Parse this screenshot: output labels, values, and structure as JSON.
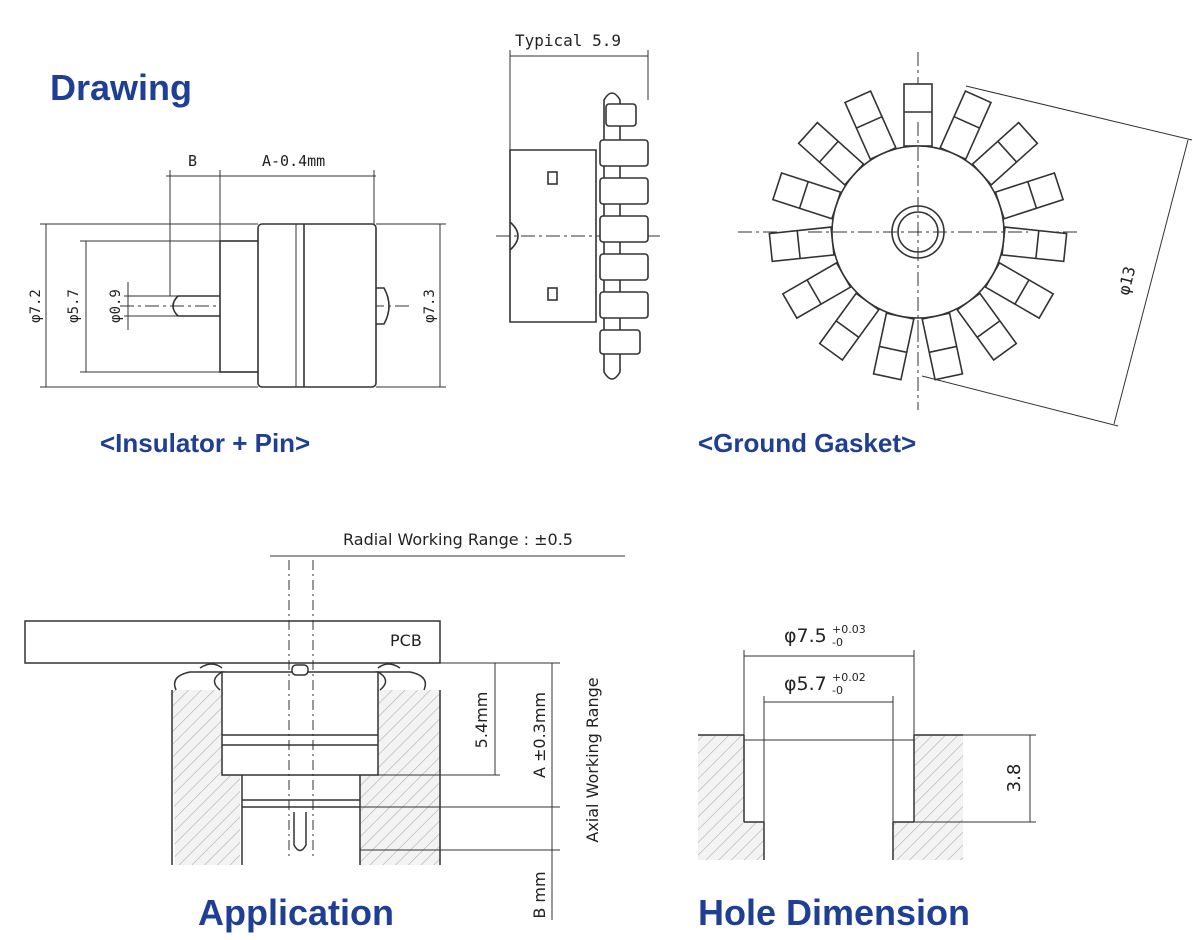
{
  "headings": {
    "drawing": "Drawing",
    "insulator_pin": "<Insulator + Pin>",
    "ground_gasket": "<Ground Gasket>",
    "application": "Application",
    "hole_dimension": "Hole Dimension"
  },
  "insulator_dims": {
    "b": "B",
    "a_minus": "A-0.4mm",
    "d72": "φ7.2",
    "d57": "φ5.7",
    "d09": "φ0.9",
    "d73": "φ7.3"
  },
  "gasket_dims": {
    "typical": "Typical 5.9",
    "d13": "φ13"
  },
  "application_dims": {
    "radial": "Radial Working Range : ±0.5",
    "pcb": "PCB",
    "h54": "5.4mm",
    "a_tol": "A ±0.3mm",
    "axial": "Axial Working Range",
    "b_mm": "B mm"
  },
  "hole_dims": {
    "d75_main": "φ7.5",
    "d75_plus": "+0.03",
    "d75_minus": "-0",
    "d57_main": "φ5.7",
    "d57_plus": "+0.02",
    "d57_minus": "-0",
    "h38": "3.8"
  },
  "colors": {
    "heading": "#1f3f95",
    "line": "#333333"
  }
}
